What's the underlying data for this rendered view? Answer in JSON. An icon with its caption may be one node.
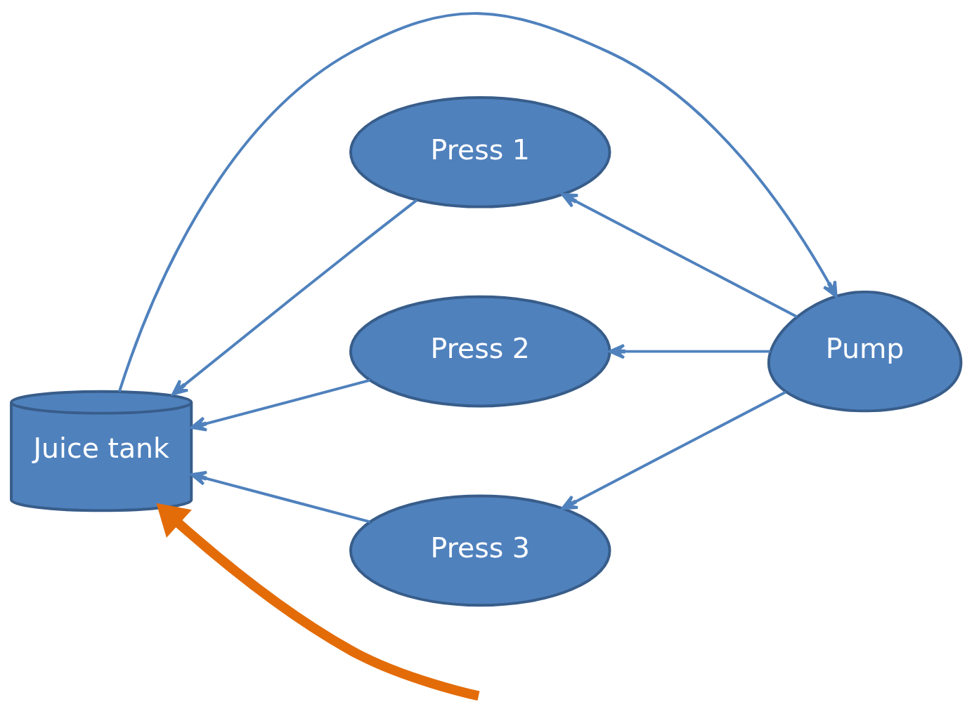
{
  "diagram": {
    "nodes": [
      {
        "text": [
          "Juice tank"
        ]
      },
      {
        "text": [
          "Press 1"
        ]
      },
      {
        "text": [
          "Press 2"
        ]
      },
      {
        "text": [
          "Press 3"
        ]
      },
      {
        "text": [
          "Pump"
        ]
      }
    ],
    "edges": [
      {
        "from": null,
        "to": 0,
        "arrow": "to",
        "style": "thick",
        "color": "#e36c09"
      },
      {
        "from": 1,
        "to": 0,
        "arrow": "to"
      },
      {
        "from": 2,
        "to": 0,
        "arrow": "to"
      },
      {
        "from": 3,
        "to": 0,
        "arrow": "to"
      },
      {
        "from": 4,
        "to": 1,
        "arrow": "to"
      },
      {
        "from": 4,
        "to": 2,
        "arrow": "to"
      },
      {
        "from": 4,
        "to": 3,
        "arrow": "to"
      },
      {
        "from": 0,
        "to": 4,
        "arrow": "to"
      }
    ]
  }
}
